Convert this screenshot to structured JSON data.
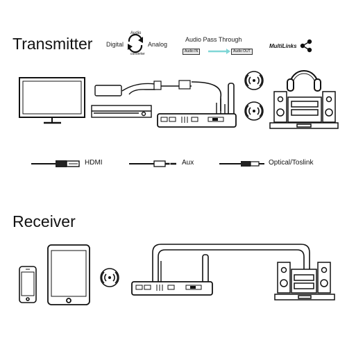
{
  "transmitter": {
    "title": "Transmitter",
    "features": {
      "digital": "Digital",
      "analog": "Analog",
      "audio_small": "Audio",
      "converter_small": "converter",
      "pass_through_title": "Audio Pass Through",
      "audio_in": "Audio IN",
      "audio_out": "Audio OUT",
      "multilinks": "MultiLinks"
    }
  },
  "cables": {
    "hdmi": "HDMI",
    "aux": "Aux",
    "optical": "Optical/Toslink"
  },
  "receiver": {
    "title": "Receiver"
  },
  "colors": {
    "line": "#222222",
    "device_fill": "#ffffff",
    "pass_arrow": "#7fd6d6",
    "cable_dark": "#111111"
  },
  "icons": {
    "convert": "convert-arrows-icon",
    "share": "share-icon",
    "wireless": "wireless-signal-icon"
  }
}
